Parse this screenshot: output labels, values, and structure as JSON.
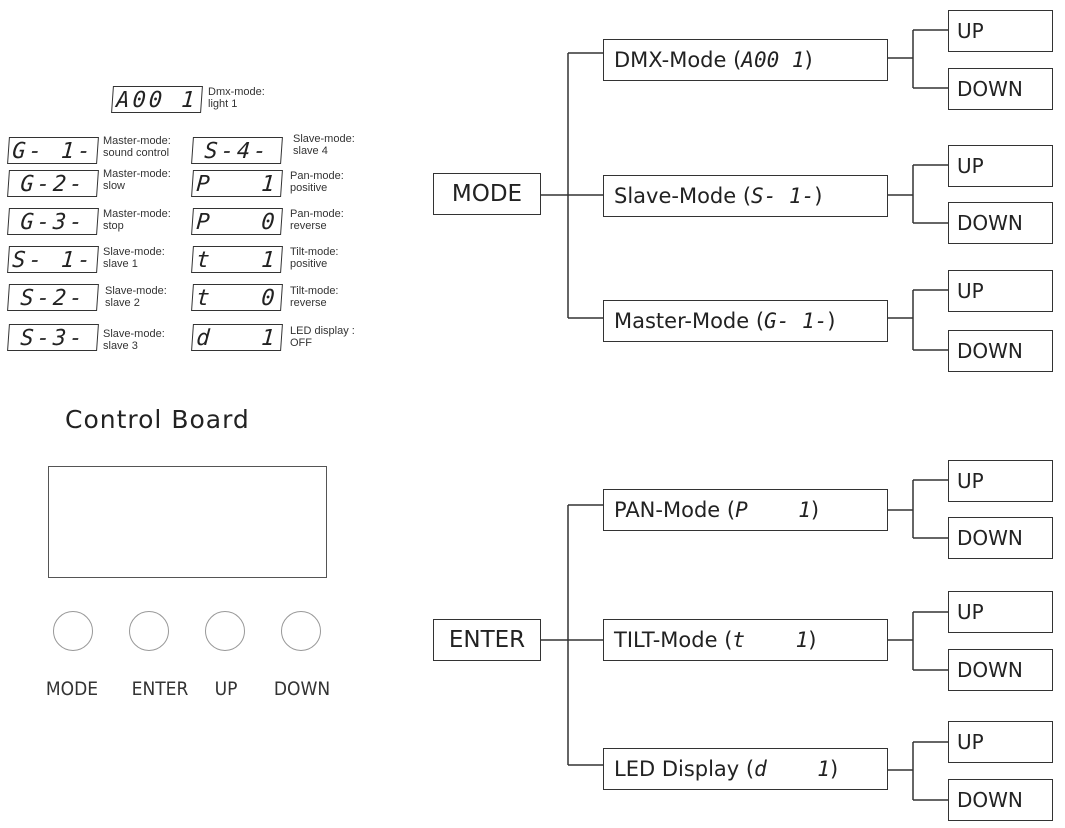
{
  "codes": [
    {
      "code": "A00 1",
      "line1": "Dmx-mode:",
      "line2": "light 1"
    },
    {
      "code": "G- 1-",
      "line1": "Master-mode:",
      "line2": "sound control"
    },
    {
      "code": "G-2-",
      "line1": "Master-mode:",
      "line2": "slow"
    },
    {
      "code": "G-3-",
      "line1": "Master-mode:",
      "line2": "stop"
    },
    {
      "code": "S- 1-",
      "line1": "Slave-mode:",
      "line2": "slave 1"
    },
    {
      "code": "S-2-",
      "line1": "Slave-mode:",
      "line2": "slave 2"
    },
    {
      "code": "S-3-",
      "line1": "Slave-mode:",
      "line2": "slave 3"
    },
    {
      "code": "S-4-",
      "line1": "Slave-mode:",
      "line2": "slave 4"
    },
    {
      "code": "P   1",
      "line1": "Pan-mode:",
      "line2": "positive"
    },
    {
      "code": "P   0",
      "line1": "Pan-mode:",
      "line2": "reverse"
    },
    {
      "code": "t   1",
      "line1": "Tilt-mode:",
      "line2": "positive"
    },
    {
      "code": "t   0",
      "line1": "Tilt-mode:",
      "line2": "reverse"
    },
    {
      "code": "d   1",
      "line1": "LED display :",
      "line2": "OFF"
    }
  ],
  "board": {
    "title": "Control Board",
    "buttons": [
      "MODE",
      "ENTER",
      "UP",
      "DOWN"
    ]
  },
  "flow": {
    "mode_root": "MODE",
    "enter_root": "ENTER",
    "up": "UP",
    "down": "DOWN",
    "modes": [
      {
        "label": "DMX-Mode (",
        "code": "A00 1",
        "close": ")"
      },
      {
        "label": "Slave-Mode (",
        "code": "S- 1-",
        "close": ")"
      },
      {
        "label": "Master-Mode (",
        "code": "G- 1-",
        "close": ")"
      }
    ],
    "enters": [
      {
        "label": "PAN-Mode (",
        "code": "P    1",
        "close": ")"
      },
      {
        "label": "TILT-Mode (",
        "code": "t    1",
        "close": ")"
      },
      {
        "label": "LED Display (",
        "code": "d    1",
        "close": ")"
      }
    ]
  }
}
